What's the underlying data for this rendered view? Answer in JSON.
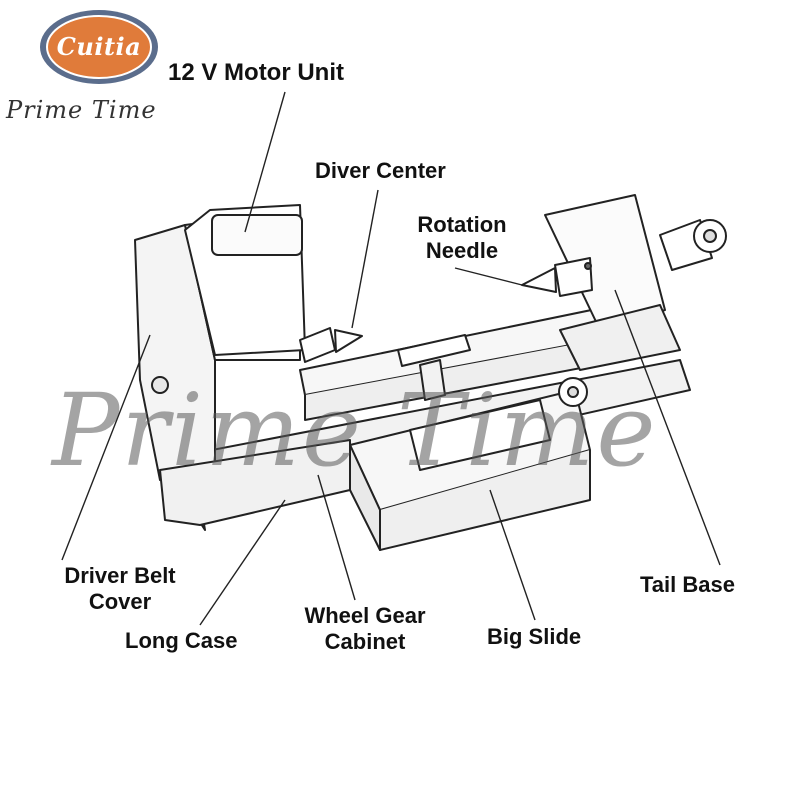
{
  "brand": {
    "logo_text": "Cuitia",
    "subtitle": "Prime Time",
    "logo_color": "#e07b3a",
    "logo_ring_color": "#5b6d8c"
  },
  "labels": {
    "motor_unit": "12 V Motor Unit",
    "diver_center": "Diver Center",
    "rotation_needle_line1": "Rotation",
    "rotation_needle_line2": "Needle",
    "driver_belt_cover_line1": "Driver Belt",
    "driver_belt_cover_line2": "Cover",
    "long_case": "Long Case",
    "wheel_gear_cabinet_line1": "Wheel Gear",
    "wheel_gear_cabinet_line2": "Cabinet",
    "big_slide": "Big Slide",
    "tail_base": "Tail Base"
  },
  "watermark": "Prime Time"
}
